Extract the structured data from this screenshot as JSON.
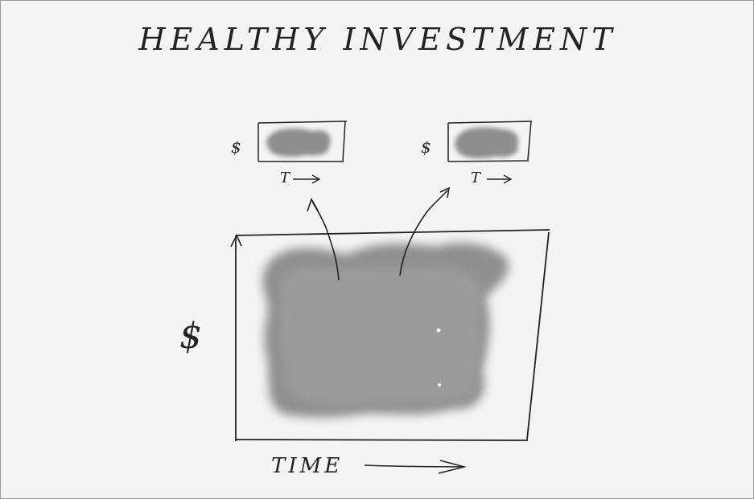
{
  "title": "HEALTHY INVESTMENT",
  "main_chart": {
    "y_label": "$",
    "x_label": "TIME"
  },
  "small_chart_left": {
    "y_label": "$",
    "x_label": "T"
  },
  "small_chart_right": {
    "y_label": "$",
    "x_label": "T"
  },
  "colors": {
    "background": "#f4f4f4",
    "ink": "#222222",
    "wash": "#8e8e8e"
  }
}
